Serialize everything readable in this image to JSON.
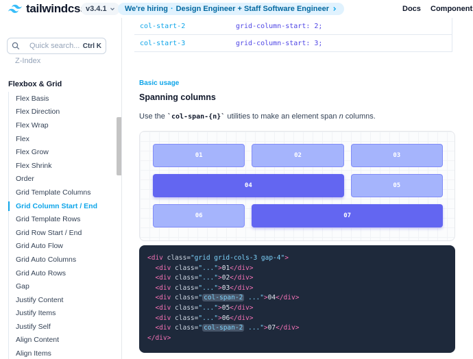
{
  "header": {
    "logo_text": "tailwindcss",
    "version": "v3.4.1",
    "hiring_lead": "We're hiring",
    "hiring_sep": "·",
    "hiring_roles": "Design Engineer + Staff Software Engineer",
    "nav": [
      {
        "label": "Docs"
      },
      {
        "label": "Components"
      }
    ]
  },
  "sidebar": {
    "search_placeholder": "Quick search...",
    "search_shortcut": "Ctrl K",
    "faded_item": "Z-Index",
    "section_title": "Flexbox & Grid",
    "items": [
      {
        "label": "Flex Basis"
      },
      {
        "label": "Flex Direction"
      },
      {
        "label": "Flex Wrap"
      },
      {
        "label": "Flex"
      },
      {
        "label": "Flex Grow"
      },
      {
        "label": "Flex Shrink"
      },
      {
        "label": "Order"
      },
      {
        "label": "Grid Template Columns"
      },
      {
        "label": "Grid Column Start / End"
      },
      {
        "label": "Grid Template Rows"
      },
      {
        "label": "Grid Row Start / End"
      },
      {
        "label": "Grid Auto Flow"
      },
      {
        "label": "Grid Auto Columns"
      },
      {
        "label": "Grid Auto Rows"
      },
      {
        "label": "Gap"
      },
      {
        "label": "Justify Content"
      },
      {
        "label": "Justify Items"
      },
      {
        "label": "Justify Self"
      },
      {
        "label": "Align Content"
      },
      {
        "label": "Align Items"
      }
    ],
    "active_item": "Grid Column Start / End"
  },
  "class_table": [
    {
      "name": "col-start-2",
      "value": "grid-column-start: 2;"
    },
    {
      "name": "col-start-3",
      "value": "grid-column-start: 3;"
    }
  ],
  "content": {
    "eyebrow": "Basic usage",
    "heading": "Spanning columns",
    "desc_before": "Use the ",
    "desc_code": "`col-span-{n}`",
    "desc_mid": " utilities to make an element span ",
    "desc_em": "n",
    "desc_after": " columns."
  },
  "demo_cells": [
    {
      "label": "01",
      "span": 1
    },
    {
      "label": "02",
      "span": 1
    },
    {
      "label": "03",
      "span": 1
    },
    {
      "label": "04",
      "span": 2
    },
    {
      "label": "05",
      "span": 1
    },
    {
      "label": "06",
      "span": 1
    },
    {
      "label": "07",
      "span": 2
    }
  ],
  "code": {
    "open_tag": "<div",
    "open_attr": " class=",
    "open_value": "\"grid grid-cols-3 gap-4\"",
    "open_end": ">",
    "lines": [
      {
        "cls": "\"...\"",
        "text": "01",
        "highlight": ""
      },
      {
        "cls": "\"...\"",
        "text": "02",
        "highlight": ""
      },
      {
        "cls": "\"...\"",
        "text": "03",
        "highlight": ""
      },
      {
        "cls": "\"",
        "text": "04",
        "highlight": "col-span-2",
        "rest": " ...\""
      },
      {
        "cls": "\"...\"",
        "text": "05",
        "highlight": ""
      },
      {
        "cls": "\"...\"",
        "text": "06",
        "highlight": ""
      },
      {
        "cls": "\"",
        "text": "07",
        "highlight": "col-span-2",
        "rest": " ...\""
      }
    ],
    "close_tag": "</div>"
  },
  "colors": {
    "accent": "#0ea5e9",
    "cell_light": "#a5b4fc",
    "cell_dark": "#6366f1",
    "code_bg": "#1e293b"
  }
}
